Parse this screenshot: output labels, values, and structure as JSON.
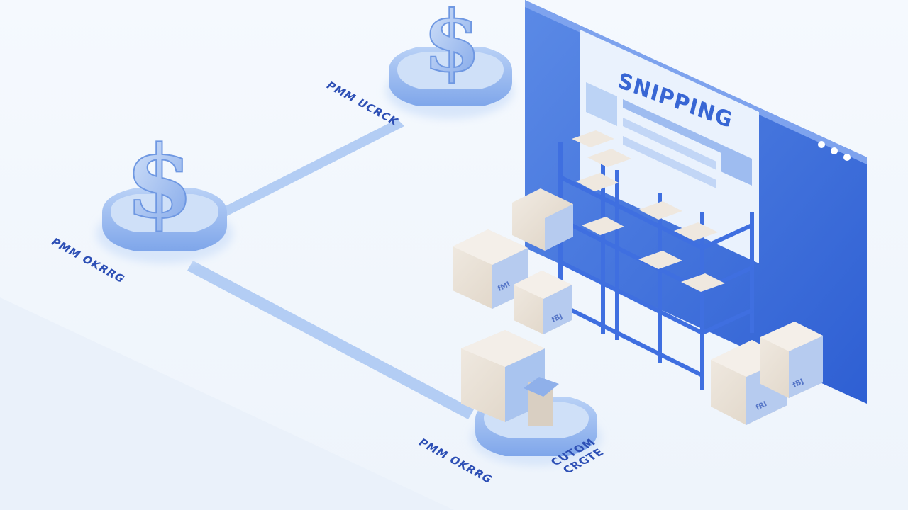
{
  "scene": {
    "description_free": true,
    "palette": {
      "background": "#f4f8fd",
      "accent_blue": "#3a6fd8",
      "light_blue": "#a9c6f2",
      "pale_blue": "#d6e5fa",
      "box_tan": "#e9dfd2",
      "rack_blue": "#3f6fe0"
    }
  },
  "nodes": {
    "top": {
      "label": "PMM UCRCK",
      "icon": "dollar-icon"
    },
    "left": {
      "label": "PMM OKRRG",
      "icon": "dollar-icon"
    },
    "bottom": {
      "label": "PMM OKRRG",
      "icon": "package-icon"
    }
  },
  "custom_label": {
    "line1": "CUTOM",
    "line2": "CRGTE"
  },
  "screen": {
    "heading": "SNIPPING",
    "window_dots": 3
  },
  "box_tags": [
    "fMI",
    "fBJ",
    "fBJ",
    "fRI"
  ]
}
